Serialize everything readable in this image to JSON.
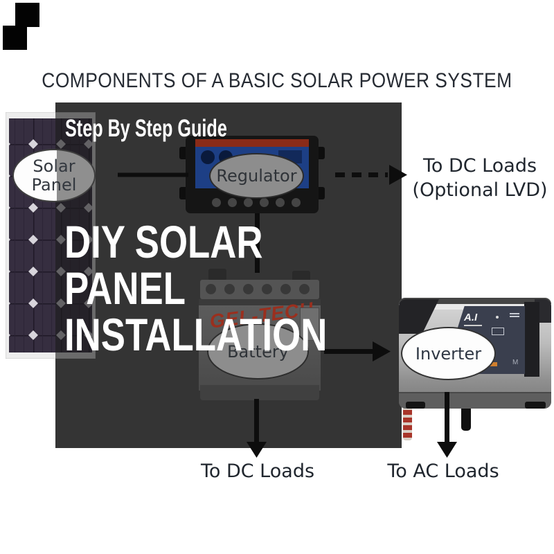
{
  "title": "COMPONENTS OF A BASIC SOLAR POWER SYSTEM",
  "overlay": {
    "kicker": "Step By Step Guide",
    "heading_lines": [
      "DIY SOLAR",
      "PANEL",
      "INSTALLATION"
    ]
  },
  "labels": {
    "solar_panel": "Solar Panel",
    "regulator": "Regulator",
    "battery": "Battery",
    "inverter": "Inverter"
  },
  "annotations": {
    "dc_loads_optional_line1": "To DC Loads",
    "dc_loads_optional_line2": "(Optional LVD)",
    "dc_loads_bottom": "To DC Loads",
    "ac_loads_bottom": "To AC Loads"
  },
  "devices": {
    "battery_brand": "GEL-TECH",
    "inverter_logo": "A.I"
  },
  "colors": {
    "overlay_box": "#343434",
    "regulator_band_red": "#8a2b18",
    "regulator_screen_blue": "#1d3f85",
    "battery_brand_red": "#9a2f1e",
    "solar_cell_purple": "#362e40",
    "arrow_black": "#0d0d0d",
    "text_dark": "#262b33",
    "overlay_text_white": "#ffffff"
  }
}
